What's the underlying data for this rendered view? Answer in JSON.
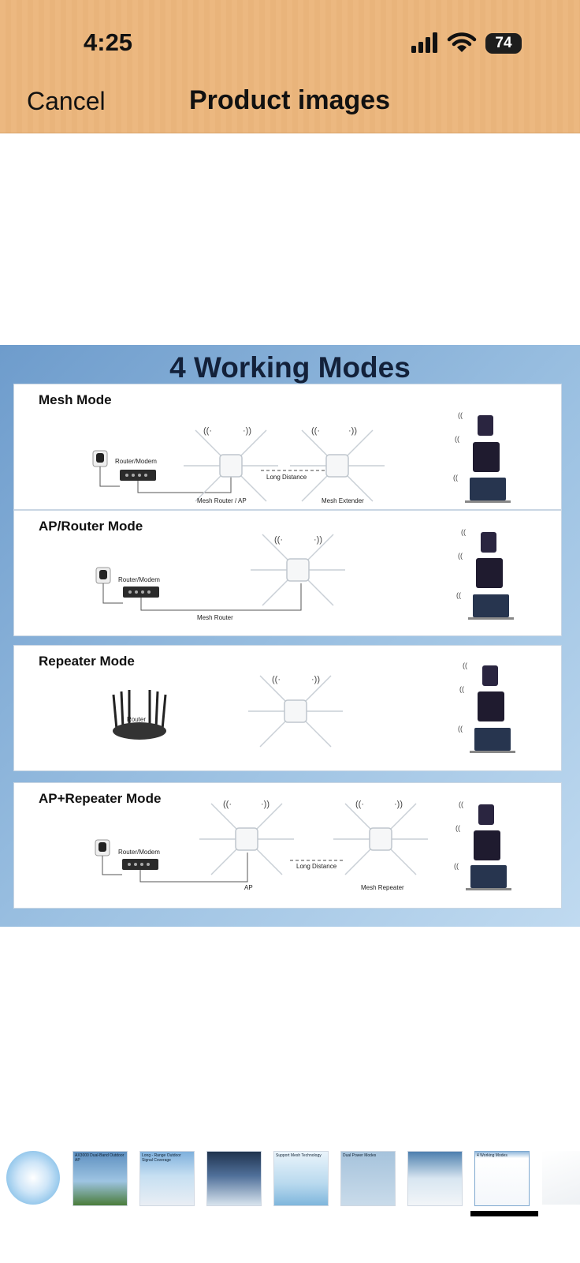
{
  "status_bar": {
    "time": "4:25",
    "battery": "74"
  },
  "nav": {
    "cancel": "Cancel",
    "title": "Product images"
  },
  "product_image": {
    "title": "4 Working Modes",
    "modes": [
      {
        "title": "Mesh Mode",
        "labels": {
          "modem": "Router/Modem",
          "distance": "Long Distance",
          "left_device": "Mesh Router / AP",
          "right_device": "Mesh Extender"
        }
      },
      {
        "title": "AP/Router Mode",
        "labels": {
          "modem": "Router/Modem",
          "device": "Mesh Router"
        }
      },
      {
        "title": "Repeater Mode",
        "labels": {
          "router": "Router"
        }
      },
      {
        "title": "AP+Repeater Mode",
        "labels": {
          "modem": "Router/Modem",
          "distance": "Long Distance",
          "left_device": "AP",
          "right_device": "Mesh Repeater"
        }
      }
    ]
  },
  "thumbnails": [
    {
      "title": ""
    },
    {
      "title": "AX3000 Dual-Band Outdoor AP"
    },
    {
      "title": "Long - Range Outdoor Signal Coverage"
    },
    {
      "title": ""
    },
    {
      "title": "Support Mesh Technology"
    },
    {
      "title": "Dual Power Modes"
    },
    {
      "title": ""
    },
    {
      "title": "4 Working Modes"
    },
    {
      "title": ""
    }
  ],
  "colors": {
    "header": "#ecb880",
    "gradient_start": "#6e9ccc",
    "gradient_end": "#c0daf0"
  }
}
